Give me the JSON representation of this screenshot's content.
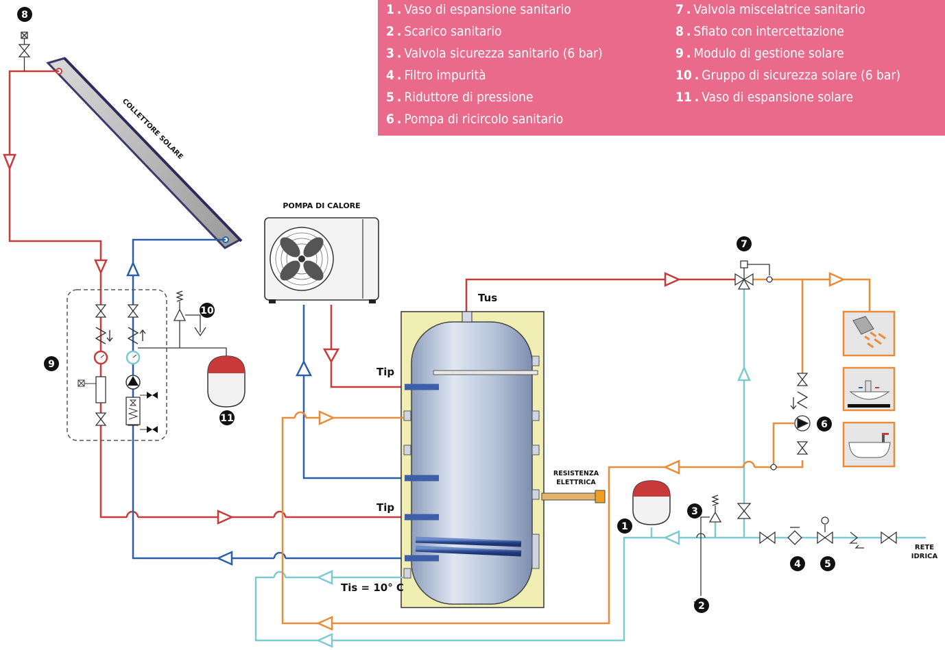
{
  "legend": {
    "items": [
      {
        "num": "1",
        "text": "Vaso di espansione sanitario"
      },
      {
        "num": "2",
        "text": "Scarico sanitario"
      },
      {
        "num": "3",
        "text": "Valvola sicurezza sanitario (6 bar)"
      },
      {
        "num": "4",
        "text": "Filtro impurità"
      },
      {
        "num": "5",
        "text": "Riduttore di pressione"
      },
      {
        "num": "6",
        "text": "Pompa di ricircolo sanitario"
      },
      {
        "num": "7",
        "text": "Valvola miscelatrice sanitario"
      },
      {
        "num": "8",
        "text": "Sfiato con intercettazione"
      },
      {
        "num": "9",
        "text": "Modulo di gestione solare"
      },
      {
        "num": "10",
        "text": "Gruppo di sicurezza solare (6 bar)"
      },
      {
        "num": "11",
        "text": "Vaso di espansione solare"
      }
    ]
  },
  "labels": {
    "collector": "COLLETTORE SOLARE",
    "heat_pump": "POMPA DI CALORE",
    "tus": "Tus",
    "tip_upper": "Tip",
    "tip_lower": "Tip",
    "tis": "Tis = 10° C",
    "resistance_line1": "RESISTENZA",
    "resistance_line2": "ELETTRICA",
    "mains_line1": "RETE",
    "mains_line2": "IDRICA"
  },
  "badges": {
    "b1": "1",
    "b2": "2",
    "b3": "3",
    "b4": "4",
    "b5": "5",
    "b6": "6",
    "b7": "7",
    "b8": "8",
    "b9": "9",
    "b10": "10",
    "b11": "11"
  },
  "colors": {
    "legend_bg": "#ea6a8c",
    "solar_hot": "#c8393a",
    "solar_cold": "#2a5ea8",
    "cold_water": "#7cc9d2",
    "warm_water": "#ec8a35",
    "tank_insulation": "#f1eeb4",
    "tank_body": "#b9c6db",
    "coil": "#3d5fa8"
  }
}
